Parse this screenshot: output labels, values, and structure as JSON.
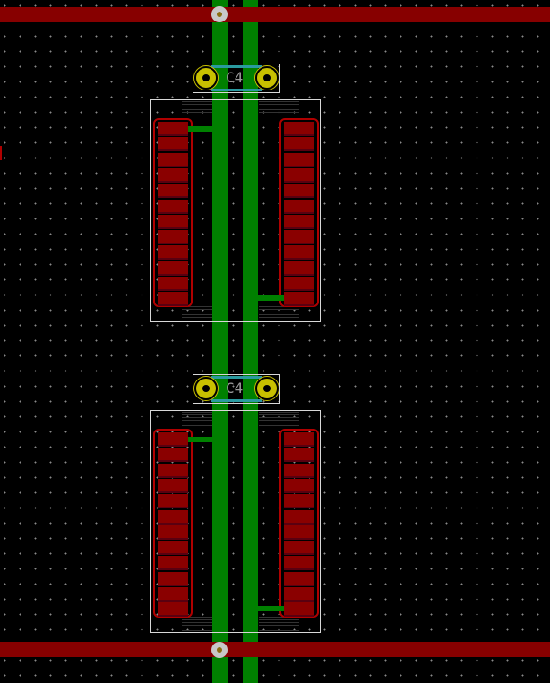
{
  "board": {
    "footprints": [
      {
        "reference": "C4",
        "component_reference": "C4"
      },
      {
        "reference": "C4",
        "component_reference": "C4"
      }
    ],
    "pads_per_column": 12,
    "colors": {
      "copper_front": "#870000",
      "copper_back": "#008000",
      "via": "#c8c8c8",
      "tht_pad": "#c8c000",
      "silkscreen": "#d8d8d8",
      "background": "#000000"
    }
  }
}
